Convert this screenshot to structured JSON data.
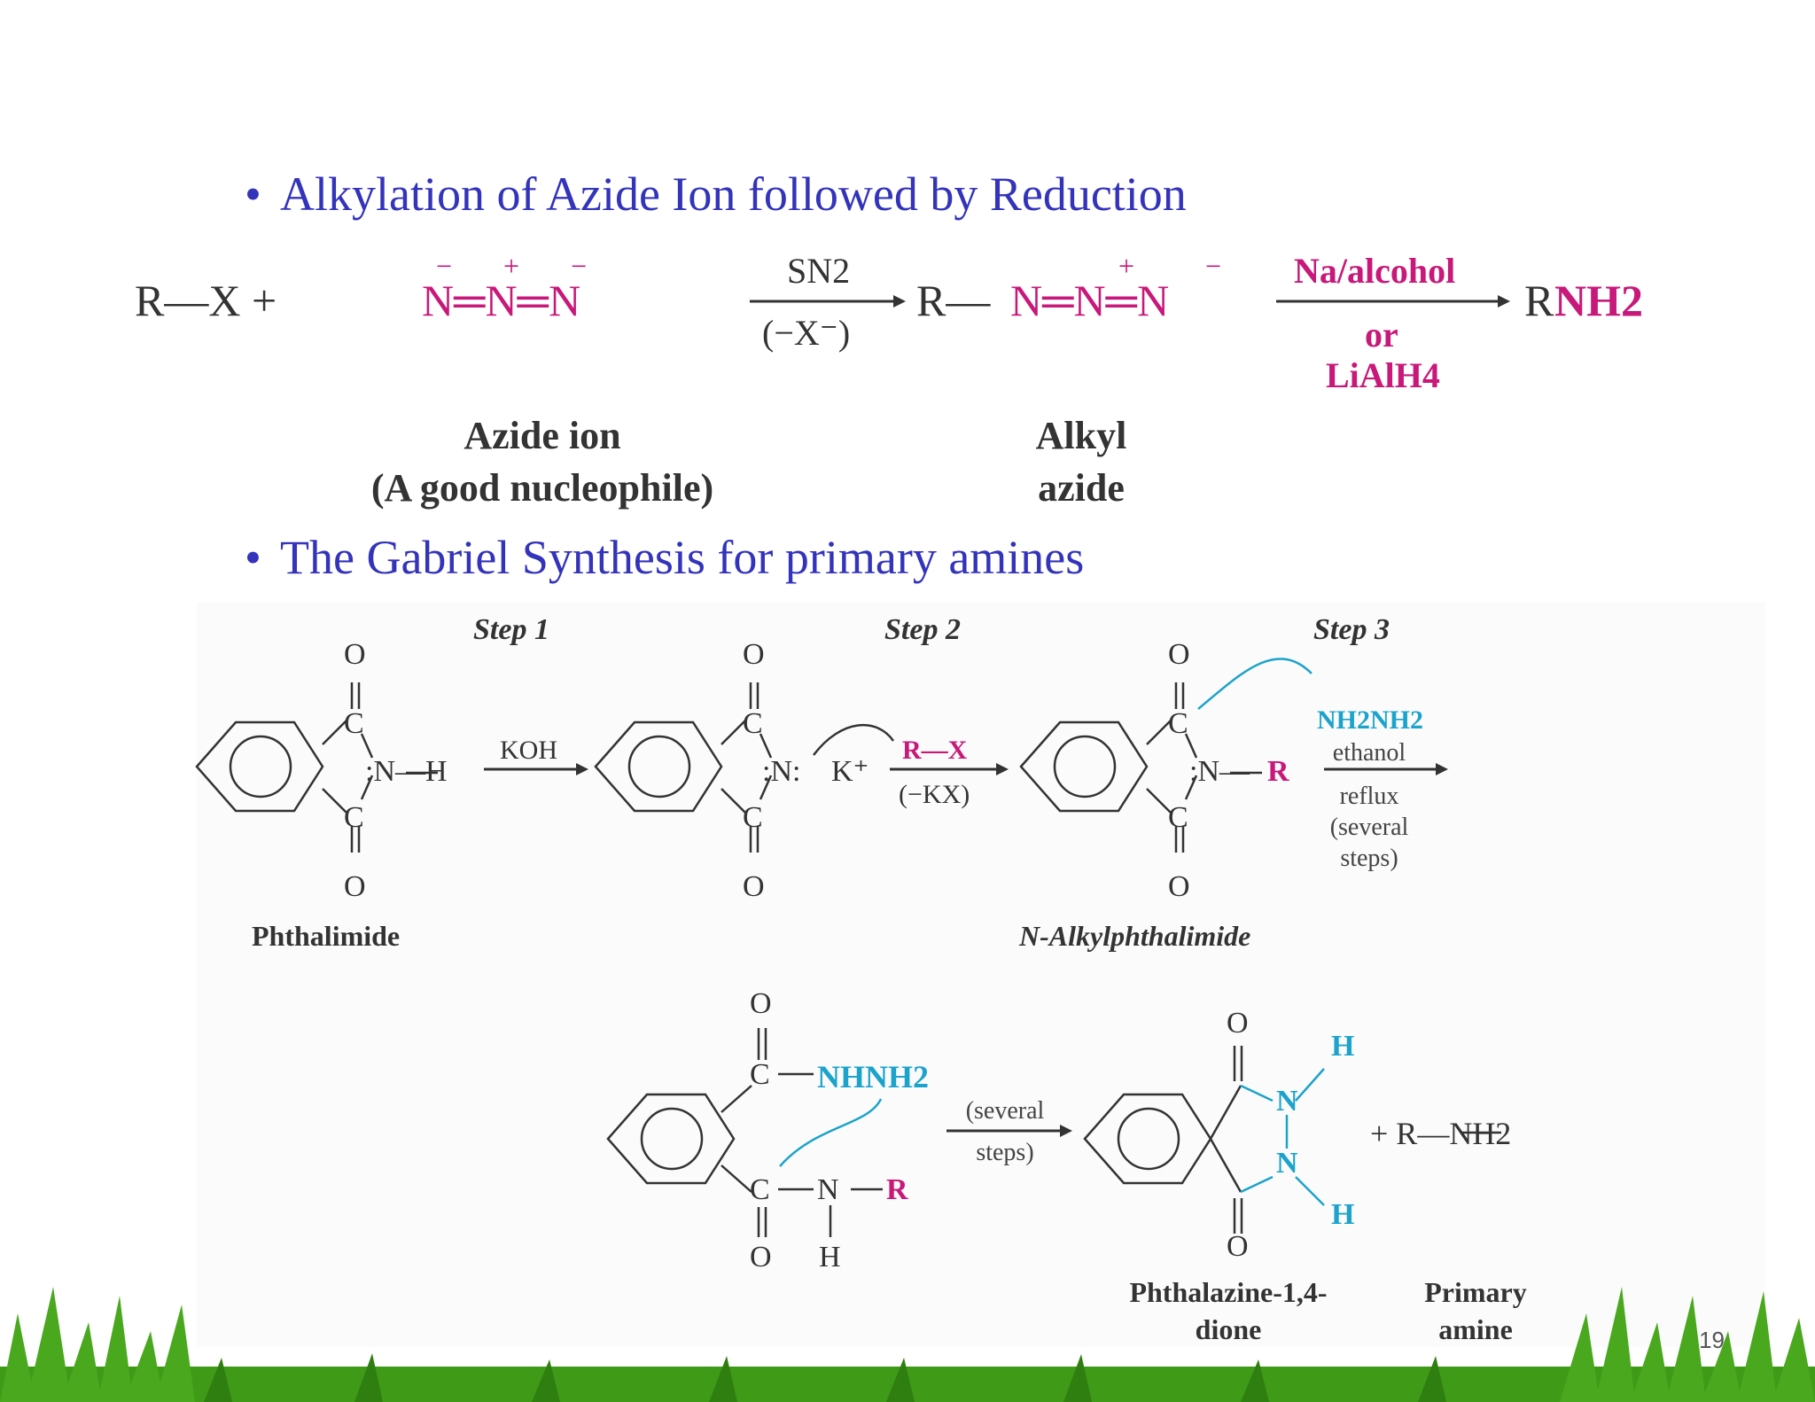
{
  "bullets": [
    "Alkylation of Azide Ion followed by Reduction",
    "The Gabriel Synthesis for  primary amines"
  ],
  "azide": {
    "reactant": "R—X +",
    "azide_ion": "N═N═N",
    "sn2": "SN2",
    "minus_x": "(−X⁻)",
    "product_r": "R—",
    "product_azide": "N═N═N",
    "reagent_top": "Na/alcohol",
    "reagent_mid": "or",
    "reagent_bot": "LiAlH4",
    "final_r": "R",
    "final_nh2": "NH2",
    "label_azide_1": "Azide ion",
    "label_azide_2": "(A good nucleophile)",
    "label_alkyl_1": "Alkyl",
    "label_alkyl_2": "azide"
  },
  "gabriel": {
    "step1": "Step 1",
    "step2": "Step 2",
    "step3": "Step 3",
    "koh": "KOH",
    "k_plus": "K⁺",
    "rx": "R—X",
    "minus_kx": "(−KX)",
    "hydrazine": "NH2NH2",
    "ethanol": "ethanol",
    "reflux": "reflux",
    "several1": "(several",
    "steps1": "steps)",
    "several2": "(several",
    "steps2": "steps)",
    "phthalimide": "Phthalimide",
    "n_alkyl": "N-Alkylphthalimide",
    "nhnh2": "NHNH2",
    "plus_amine": "+ R—NH2",
    "dione_1": "Phthalazine-1,4-",
    "dione_2": "dione",
    "primary_1": "Primary",
    "primary_2": "amine"
  },
  "page_number": "19",
  "colors": {
    "bullet": "#3333bb",
    "magenta": "#c8187a",
    "cyan": "#1ca3cc",
    "grass": "#3f9a18"
  }
}
